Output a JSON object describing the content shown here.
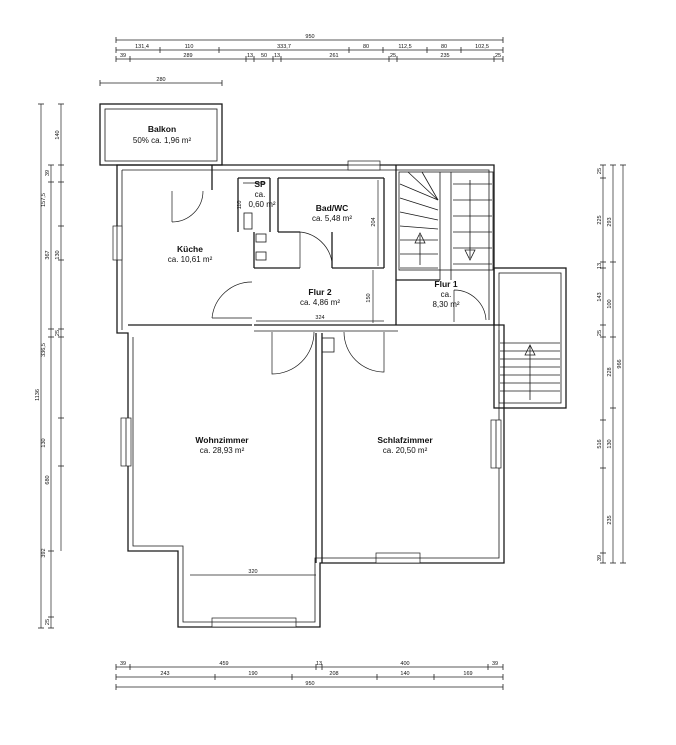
{
  "rooms": {
    "balkon": {
      "name": "Balkon",
      "area": "50% ca. 1,96 m²"
    },
    "kueche": {
      "name": "Küche",
      "area": "ca. 10,61 m²"
    },
    "sp": {
      "name": "SP",
      "area1": "ca.",
      "area2": "0,60 m²"
    },
    "badwc": {
      "name": "Bad/WC",
      "area": "ca. 5,48 m²"
    },
    "flur2": {
      "name": "Flur 2",
      "area": "ca. 4,86 m²"
    },
    "flur1": {
      "name": "Flur 1",
      "area1": "ca.",
      "area2": "8,30 m²"
    },
    "wohnzimmer": {
      "name": "Wohnzimmer",
      "area": "ca. 28,93 m²"
    },
    "schlafzimmer": {
      "name": "Schlafzimmer",
      "area": "ca. 20,50 m²"
    }
  },
  "dims": {
    "top_total": "950",
    "top_row2": [
      "131,4",
      "110",
      "333,7",
      "80",
      "112,5",
      "80",
      "102,5"
    ],
    "top_row3": [
      "39",
      "289",
      "13",
      "50",
      "13",
      "261",
      "25",
      "235",
      "25"
    ],
    "balkon_width": "280",
    "inner_324": "324",
    "inner_320": "320",
    "inner_204": "204",
    "inner_150": "150",
    "inner_110": "110",
    "bottom_row1": [
      "39",
      "459",
      "13",
      "400",
      "39"
    ],
    "bottom_row2": [
      "243",
      "190",
      "208",
      "140",
      "169"
    ],
    "bottom_total": "950",
    "left_outer": "1136",
    "left_mid": [
      "39",
      "367",
      "336,5",
      "680",
      "392",
      "25"
    ],
    "left_inner": [
      "140",
      "157,5",
      "130",
      "25",
      "130"
    ],
    "right_mid": [
      "293",
      "100",
      "228",
      "516"
    ],
    "right_inner": [
      "25",
      "225",
      "13",
      "143",
      "25",
      "130",
      "235",
      "39"
    ],
    "right_outer": "966"
  }
}
